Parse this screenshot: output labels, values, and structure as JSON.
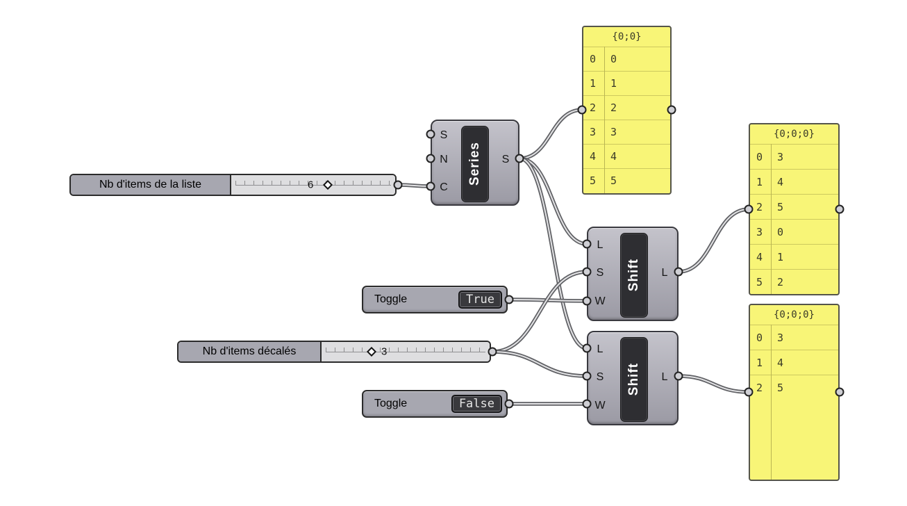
{
  "canvas": {
    "background": "#ffffff"
  },
  "colors": {
    "panel_yellow": "#f8f577",
    "component_gray": "#aaaab3",
    "capsule_dark": "#2e2e32",
    "wire_gray": "#68696c",
    "border_dark": "#2b2b2b"
  },
  "slider_list": {
    "label": "Nb d'items de la liste",
    "value": "6"
  },
  "slider_shift": {
    "label": "Nb d'items décalés",
    "value": "3"
  },
  "toggle_true": {
    "label": "Toggle",
    "value": "True"
  },
  "toggle_false": {
    "label": "Toggle",
    "value": "False"
  },
  "series": {
    "label": "Series",
    "inputs": [
      "S",
      "N",
      "C"
    ],
    "output": "S"
  },
  "shift1": {
    "label": "Shift",
    "inputs": [
      "L",
      "S",
      "W"
    ],
    "output": "L"
  },
  "shift2": {
    "label": "Shift",
    "inputs": [
      "L",
      "S",
      "W"
    ],
    "output": "L"
  },
  "panel_series": {
    "header": "{0;0}",
    "rows": [
      {
        "i": "0",
        "v": "0"
      },
      {
        "i": "1",
        "v": "1"
      },
      {
        "i": "2",
        "v": "2"
      },
      {
        "i": "3",
        "v": "3"
      },
      {
        "i": "4",
        "v": "4"
      },
      {
        "i": "5",
        "v": "5"
      }
    ]
  },
  "panel_shift_wrap": {
    "header": "{0;0;0}",
    "rows": [
      {
        "i": "0",
        "v": "3"
      },
      {
        "i": "1",
        "v": "4"
      },
      {
        "i": "2",
        "v": "5"
      },
      {
        "i": "3",
        "v": "0"
      },
      {
        "i": "4",
        "v": "1"
      },
      {
        "i": "5",
        "v": "2"
      }
    ]
  },
  "panel_shift_nowrap": {
    "header": "{0;0;0}",
    "rows": [
      {
        "i": "0",
        "v": "3"
      },
      {
        "i": "1",
        "v": "4"
      },
      {
        "i": "2",
        "v": "5"
      }
    ]
  }
}
